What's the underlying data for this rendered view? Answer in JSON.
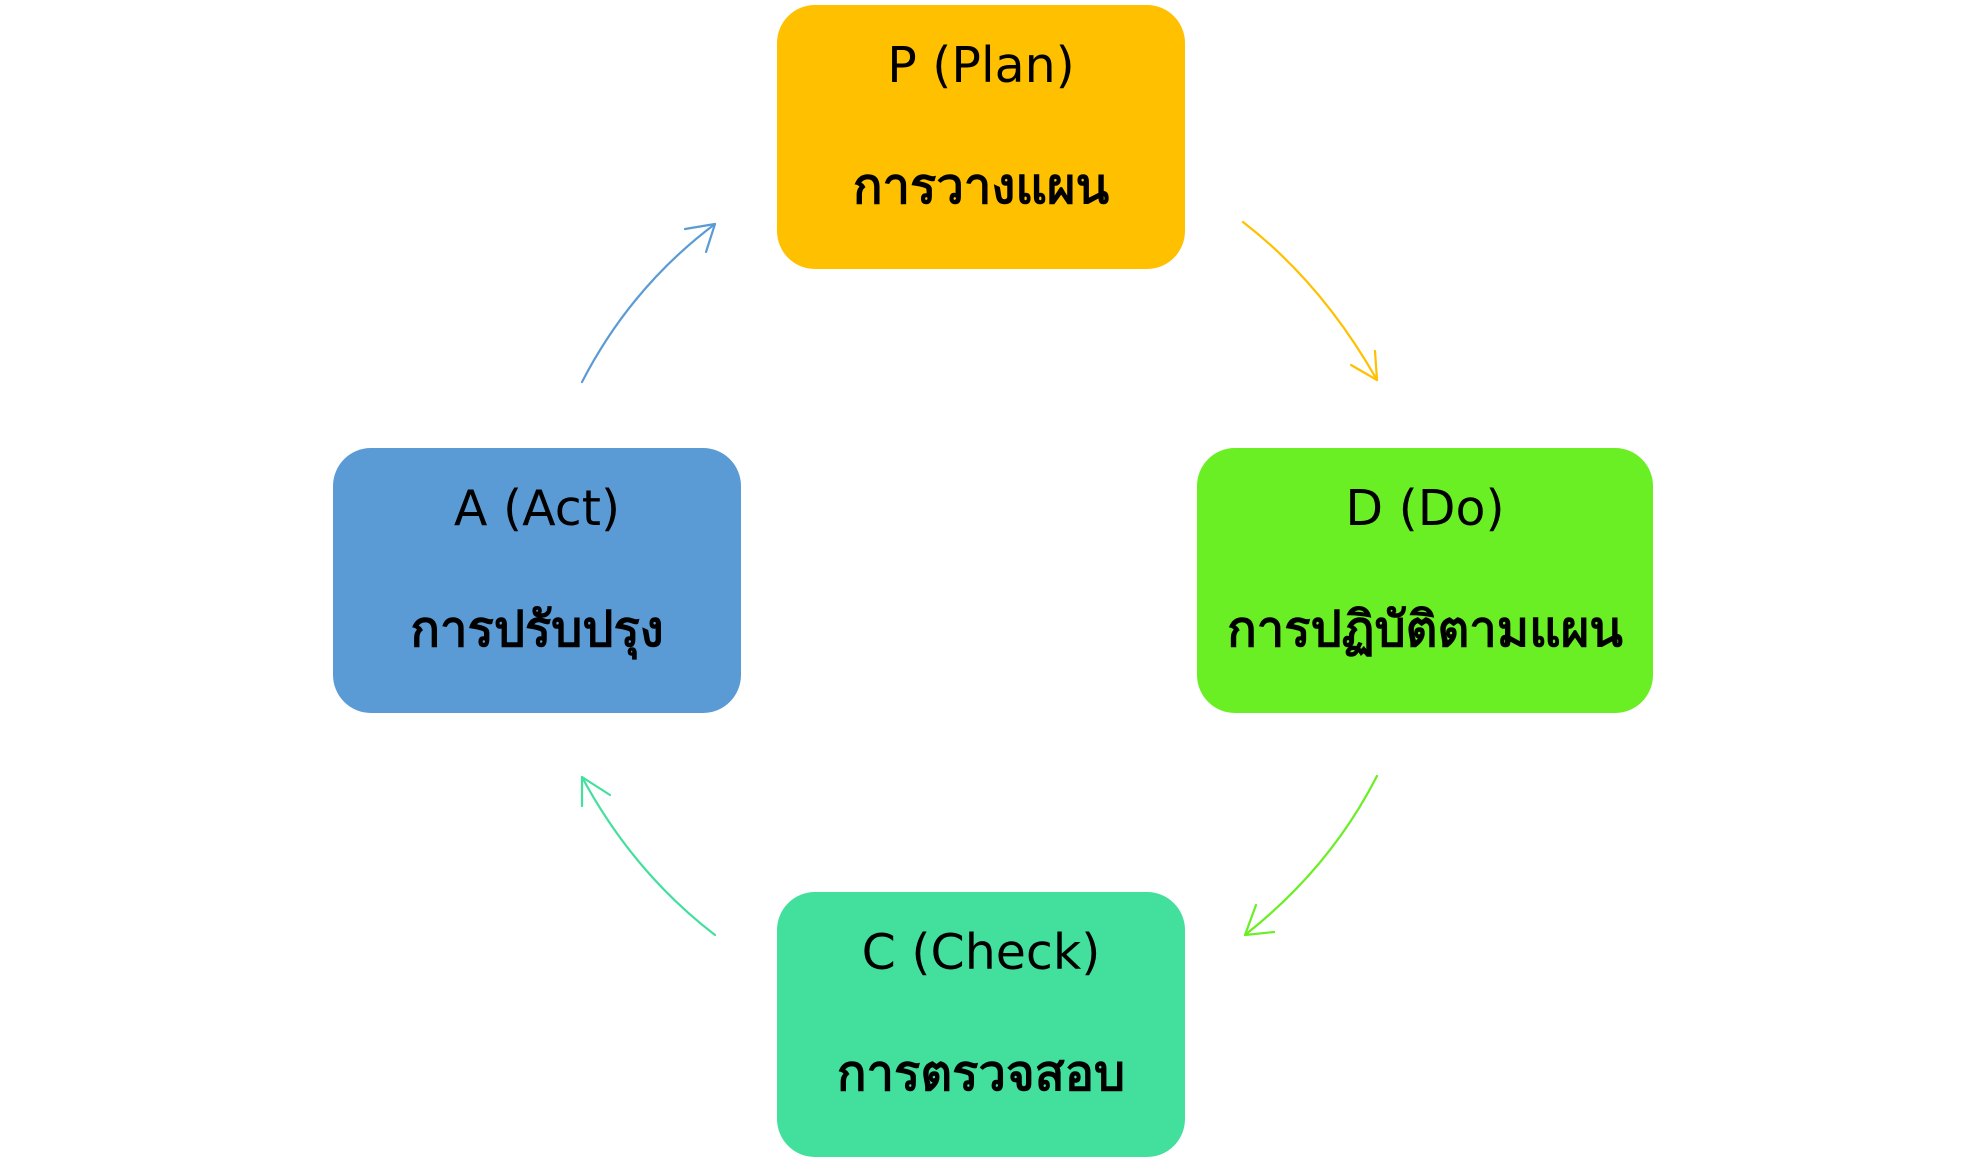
{
  "cycle": {
    "plan": {
      "title": "P (Plan)",
      "subtitle": "การวางแผน",
      "color": "#FFC000"
    },
    "do": {
      "title": "D (Do)",
      "subtitle": "การปฏิบัติตามแผน",
      "color": "#6AEE24"
    },
    "check": {
      "title": "C (Check)",
      "subtitle": "การตรวจสอบ",
      "color": "#42E09C"
    },
    "act": {
      "title": "A (Act)",
      "subtitle": "การปรับปรุง",
      "color": "#5B9BD5"
    }
  },
  "arrows": {
    "plan_to_do": {
      "color": "#FFC000"
    },
    "do_to_check": {
      "color": "#6AEE24"
    },
    "check_to_act": {
      "color": "#42E09C"
    },
    "act_to_plan": {
      "color": "#5B9BD5"
    }
  }
}
